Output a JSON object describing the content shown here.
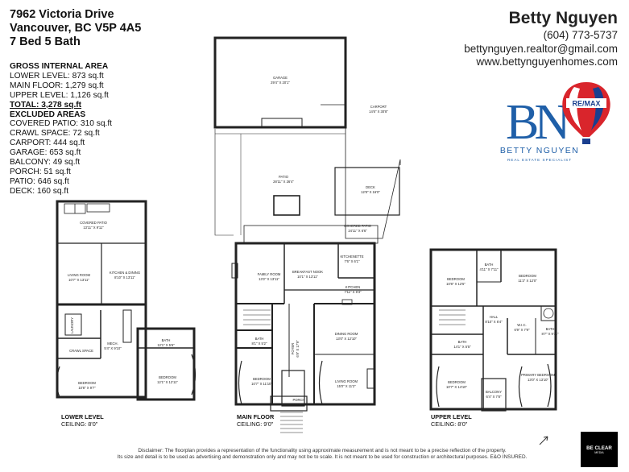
{
  "property": {
    "address_line1": "7962 Victoria Drive",
    "address_line2": "Vancouver, BC V5P 4A5",
    "beds_baths": "7 Bed 5 Bath"
  },
  "areas": {
    "gross_header": "GROSS INTERNAL AREA",
    "lower": "LOWER LEVEL: 873 sq.ft",
    "main": "MAIN FLOOR: 1,279 sq.ft",
    "upper": "UPPER LEVEL: 1,126 sq.ft",
    "total": "TOTAL: 3,278 sq.ft",
    "excluded_header": "EXCLUDED AREAS",
    "covered_patio": "COVERED PATIO: 310 sq.ft",
    "crawl_space": "CRAWL SPACE: 72 sq.ft",
    "carport": "CARPORT: 444 sq.ft",
    "garage": "GARAGE: 653 sq.ft",
    "balcony": "BALCONY: 49 sq.ft",
    "porch": "PORCH: 51 sq.ft",
    "patio": "PATIO: 646 sq.ft",
    "deck": "DECK: 160 sq.ft"
  },
  "agent": {
    "name": "Betty Nguyen",
    "phone": "(604) 773-5737",
    "email": "bettynguyen.realtor@gmail.com",
    "website": "www.bettynguyenhomes.com",
    "logo_text": "BETTY NGUYEN",
    "logo_tagline": "REAL ESTATE SPECIALIST",
    "remax": "RE/MAX"
  },
  "levels": {
    "lower": {
      "name": "LOWER LEVEL",
      "ceiling": "CEILING: 8'0\""
    },
    "main": {
      "name": "MAIN FLOOR",
      "ceiling": "CEILING: 9'0\""
    },
    "upper": {
      "name": "UPPER LEVEL",
      "ceiling": "CEILING: 8'0\""
    }
  },
  "rooms": {
    "garage": "GARAGE",
    "garage_dim": "29'4\" X 20'1\"",
    "carport": "CARPORT",
    "carport_dim": "14'6\" X 30'8\"",
    "patio": "PATIO",
    "patio_dim": "28'11\" X 26'4\"",
    "deck": "DECK",
    "deck_dim": "12'8\" X 16'0\"",
    "covered_patio_main": "COVERED PATIO",
    "covered_patio_main_dim": "24'11\" X 6'6\"",
    "family_room": "FAMILY ROOM",
    "family_room_dim": "13'2\" X 13'11\"",
    "breakfast_nook": "BREAKFAST NOOK",
    "breakfast_nook_dim": "10'1\" X 13'11\"",
    "kitchenette": "KITCHENETTE",
    "kitchenette_dim": "7'6\" X 6'1\"",
    "kitchen_main": "KITCHEN",
    "kitchen_main_dim": "7'11\" X 9'3\"",
    "dining_room": "DINING ROOM",
    "dining_room_dim": "13'0\" X 12'10\"",
    "living_room_main": "LIVING ROOM",
    "living_room_main_dim": "15'0\" X 11'2\"",
    "bath_main": "BATH",
    "bath_main_dim": "8'1\" X 5'2\"",
    "foyer": "FOYER",
    "foyer_dim": "6'9\" X 17'9\"",
    "bedroom_main": "BEDROOM",
    "bedroom_main_dim": "10'7\" X 11'10\"",
    "porch": "PORCH",
    "porch_dim": "7'4\" X 7'6\"",
    "covered_patio_lower": "COVERED PATIO",
    "covered_patio_lower_dim": "13'11\" X 9'11\"",
    "living_room_lower": "LIVING ROOM",
    "living_room_lower_dim": "10'7\" X 13'11\"",
    "kitchen_dining_lower": "KITCHEN & DINING",
    "kitchen_dining_lower_dim": "8'10\" X 13'11\"",
    "mech": "MECH.",
    "mech_dim": "5'4\" X 9'10\"",
    "laundry": "LAUNDRY",
    "crawl_space": "CRAWL SPACE",
    "bath_lower": "BATH",
    "bath_lower_dim": "12'1\" X 5'6\"",
    "bedroom_lower1": "BEDROOM",
    "bedroom_lower1_dim": "10'8\" X 9'7\"",
    "bedroom_lower2": "BEDROOM",
    "bedroom_lower2_dim": "12'1\" X 12'11\"",
    "bedroom_up1": "BEDROOM",
    "bedroom_up1_dim": "10'8\" X 12'5\"",
    "bath_up1": "BATH",
    "bath_up1_dim": "4'11\" X 7'11\"",
    "bedroom_up2": "BEDROOM",
    "bedroom_up2_dim": "11'2\" X 12'0\"",
    "hall": "HALL",
    "hall_dim": "8'10\" X 6'4\"",
    "wic": "W.I.C.",
    "wic_dim": "6'9\" X 7'9\"",
    "bath_up2": "BATH",
    "bath_up2_dim": "8'7\" X 9'11\"",
    "bath_up3": "BATH",
    "bath_up3_dim": "14'1\" X 5'5\"",
    "bedroom_up3": "BEDROOM",
    "bedroom_up3_dim": "10'7\" X 14'10\"",
    "balcony": "BALCONY",
    "balcony_dim": "6'4\" X 7'8\"",
    "primary_bedroom": "PRIMARY BEDROOM",
    "primary_bedroom_dim": "13'0\" X 13'10\""
  },
  "disclaimer": {
    "line1": "Disclaimer: The floorplan provides a representation of the functionality using approximate measurement and is not meant to be a precise reflection of the property.",
    "line2": "Its size and detail is to be used as advertising and demonstration only and may not be to scale. It is not meant to be used for construction or architectural purposes. E&O INSURED."
  },
  "brand": {
    "name": "BE CLEAR",
    "sub": "MEDIA"
  },
  "colors": {
    "remax_red": "#d9252c",
    "remax_blue": "#1a3f8f",
    "logo_blue": "#1f5fa8"
  },
  "icons": {
    "north": "north-arrow-icon",
    "balloon": "remax-balloon-icon"
  }
}
